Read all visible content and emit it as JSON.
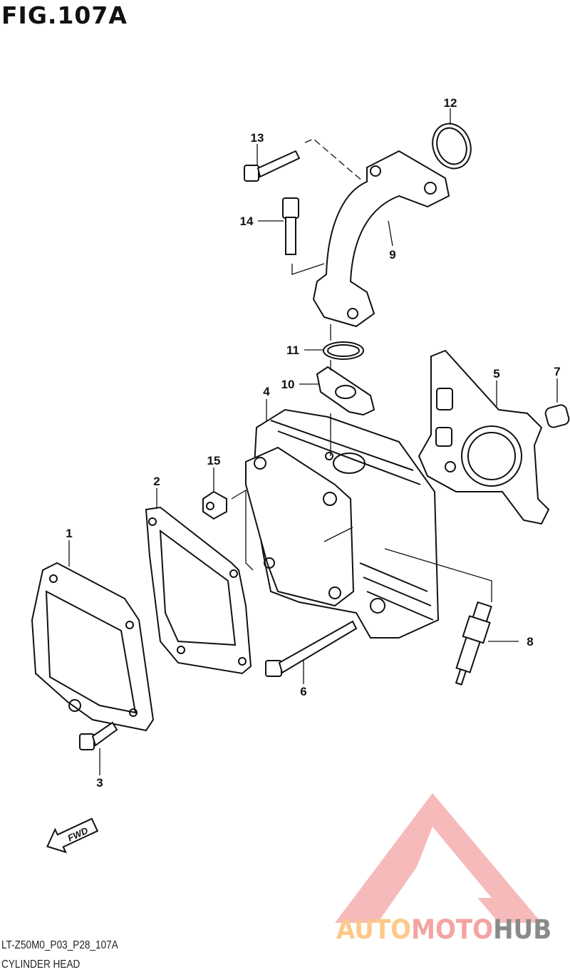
{
  "figure": {
    "title": "FIG.107A",
    "code": "LT-Z50M0_P03_P28_107A",
    "caption": "CYLINDER HEAD"
  },
  "callouts": [
    "1",
    "2",
    "3",
    "4",
    "5",
    "6",
    "7",
    "8",
    "9",
    "10",
    "11",
    "12",
    "13",
    "14",
    "15"
  ],
  "fwd_label": "FWD",
  "watermark": {
    "part1": "AUTO",
    "part2": "MOTO",
    "part3": "HUB",
    "color1": "#fdc98a",
    "color2": "#f4a3a3",
    "color3": "#8a8a8a"
  }
}
